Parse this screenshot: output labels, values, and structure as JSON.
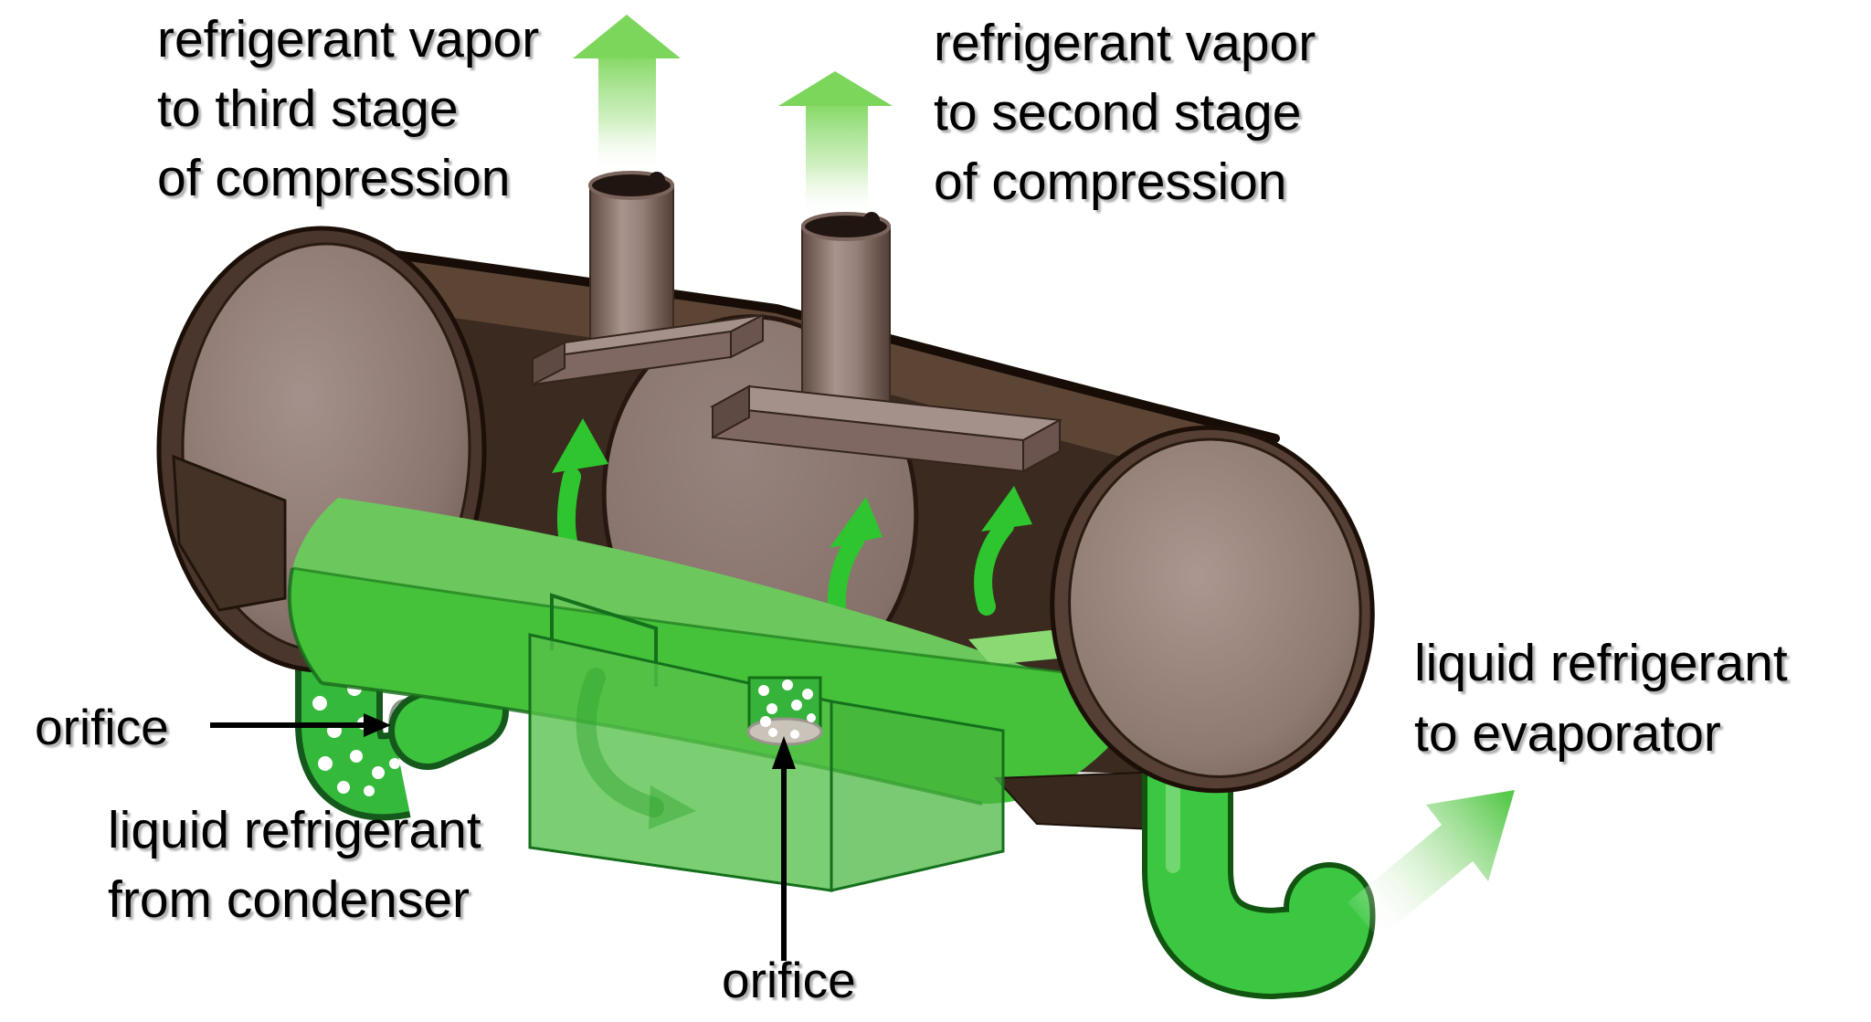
{
  "labels": {
    "vapor_to_third_stage": {
      "lines": [
        "refrigerant vapor",
        "to third stage",
        "of compression"
      ]
    },
    "vapor_to_second_stage": {
      "lines": [
        "refrigerant vapor",
        "to second stage",
        "of compression"
      ]
    },
    "orifice_left": "orifice",
    "orifice_center": "orifice",
    "liquid_from_condenser": {
      "lines": [
        "liquid refrigerant",
        "from condenser"
      ]
    },
    "liquid_to_evaporator": {
      "lines": [
        "liquid refrigerant",
        "to evaporator"
      ]
    }
  },
  "colors": {
    "background": "#ffffff",
    "text": "#000000",
    "vapor_arrow_green": "#7cd65c",
    "flow_arrow_green": "#2ec52e",
    "liquid_green_bright": "#45c13a",
    "liquid_green_surface": "#6cc75c",
    "liquid_green_highlight": "#8ad973",
    "inlet_pipe_green": "#35b93b",
    "outlet_pipe_green": "#3cc742",
    "tray_green": "#56c24a",
    "shell_interior_brown": "#3a2a1f",
    "shell_band_brown": "#5d4536",
    "end_cap_taupe": "#95817b",
    "riser_pipe_taupe": "#8d7b74",
    "outline_dark": "#1c0f08"
  },
  "icons": {
    "up_arrow_third": "vapor-up-arrow",
    "up_arrow_second": "vapor-up-arrow",
    "flow_arrows": "curved-up-arrow",
    "evaporator_arrow": "diagonal-gradient-arrow",
    "orifice_pointer_left": "black-right-arrow",
    "orifice_pointer_center": "black-up-arrow"
  }
}
